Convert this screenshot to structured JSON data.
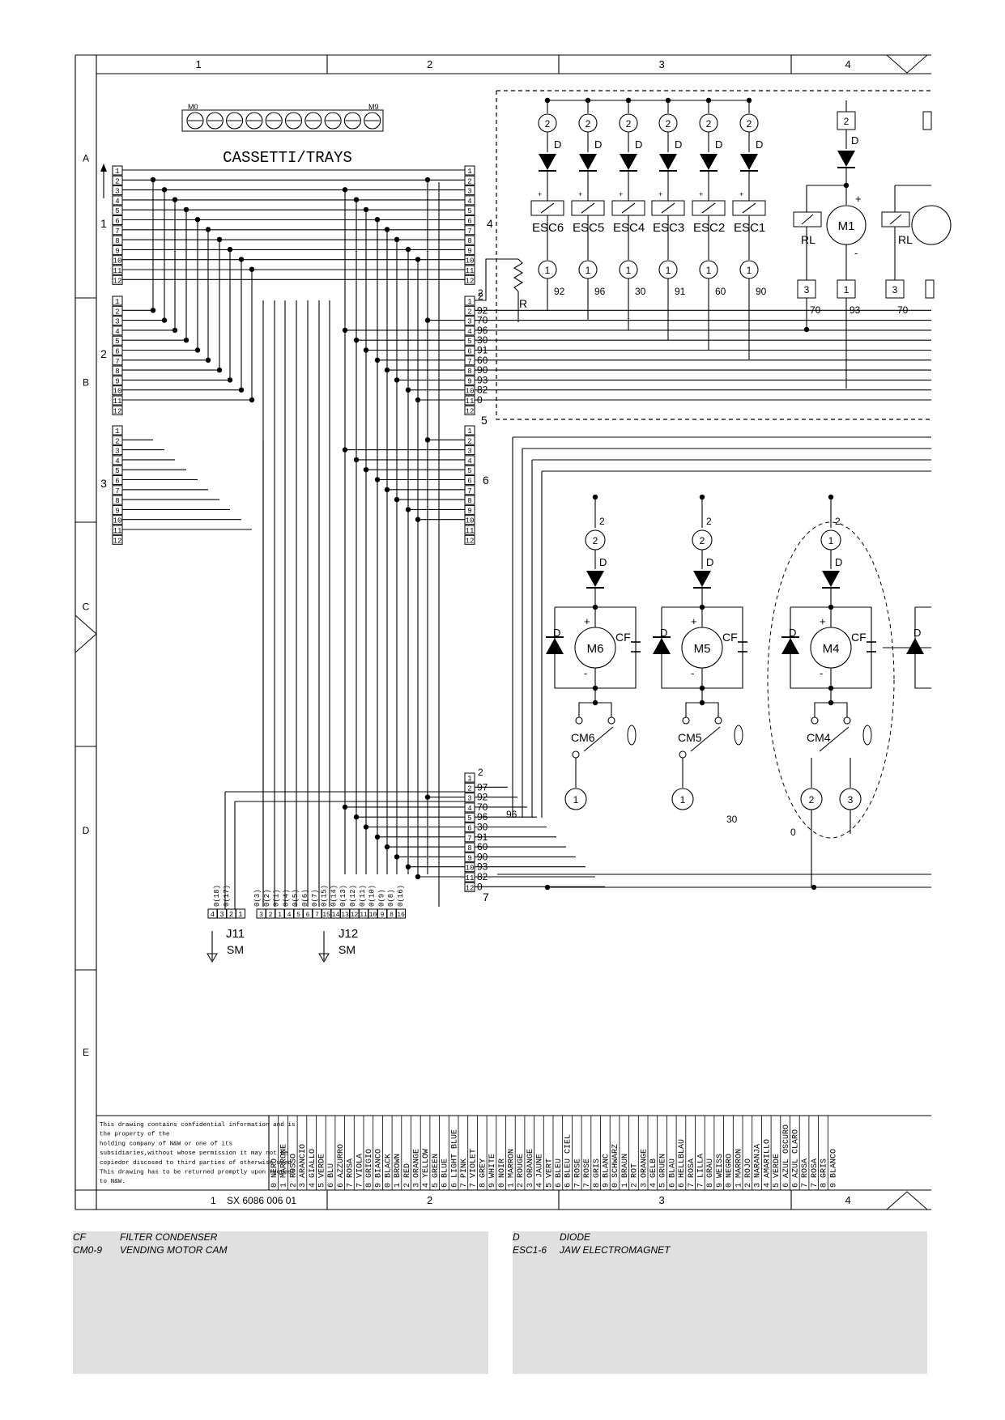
{
  "grid": {
    "columns_top": [
      "1",
      "2",
      "3",
      "4"
    ],
    "columns_bottom": [
      "1",
      "2",
      "3",
      "4"
    ],
    "rows": [
      "A",
      "B",
      "C",
      "D",
      "E"
    ],
    "drawing_number": "SX 6086 006 01"
  },
  "title": {
    "cassetti": "CASSETTI/TRAYS",
    "cam_first": "M0",
    "cam_last": "M9"
  },
  "connectors": {
    "group1": "1",
    "group2": "2",
    "group3": "3",
    "side4": "4",
    "side5": "5",
    "side6": "6",
    "side7": "7",
    "pins12": [
      "1",
      "2",
      "3",
      "4",
      "5",
      "6",
      "7",
      "8",
      "9",
      "10",
      "11",
      "12"
    ],
    "right_upper_wires": [
      "2",
      "92",
      "70",
      "96",
      "30",
      "91",
      "60",
      "90",
      "93",
      "82",
      "0"
    ],
    "right_lower_wires": [
      "2",
      "97",
      "92",
      "70",
      "96",
      "30",
      "91",
      "60",
      "90",
      "93",
      "82",
      "0"
    ]
  },
  "esc": {
    "labels": [
      "ESC6",
      "ESC5",
      "ESC4",
      "ESC3",
      "ESC2",
      "ESC1"
    ],
    "top_pin": "2",
    "bottom_pin": "1",
    "diode": "D",
    "wires": [
      "92",
      "96",
      "30",
      "91",
      "60",
      "90"
    ],
    "plus": "+"
  },
  "motor_m1": {
    "label": "M1",
    "relay": "RL",
    "pin_top": "2",
    "pin_left": "3",
    "pin_right": "1",
    "wire_left": "70",
    "wire_right": "93",
    "wire_next": "70",
    "next_pin": "3",
    "plus": "+",
    "minus": "-"
  },
  "resistor": {
    "label": "R",
    "pin": "2"
  },
  "vend_motors": [
    {
      "motor": "M6",
      "cam": "CM6",
      "top_pin": "2",
      "wire_top": "2",
      "bottom_pin": "1",
      "wire": "96"
    },
    {
      "motor": "M5",
      "cam": "CM5",
      "top_pin": "2",
      "wire_top": "2",
      "bottom_pin": "1",
      "wire": "30"
    },
    {
      "motor": "M4",
      "cam": "CM4",
      "top_pin": "1",
      "wire_top": "2",
      "bottom_pin_a": "2",
      "bottom_pin_b": "3",
      "wire": "0"
    }
  ],
  "motor_parts": {
    "diode": "D",
    "capacitor": "CF",
    "plus": "+",
    "minus": "-"
  },
  "j11": {
    "label": "J11",
    "sub": "SM",
    "pins": [
      "4",
      "3",
      "2",
      "1"
    ],
    "wires": [
      "0(18)",
      "0(17)"
    ]
  },
  "j12": {
    "label": "J12",
    "sub": "SM",
    "pins": [
      "3",
      "2",
      "1",
      "4",
      "5",
      "6",
      "7",
      "15",
      "14",
      "13",
      "12",
      "11",
      "10",
      "9",
      "8",
      "16"
    ],
    "wires": [
      "0(3)",
      "0(2)",
      "0(1)",
      "0(4)",
      "0(5)",
      "0(6)",
      "0(7)",
      "0(15)",
      "0(14)",
      "0(13)",
      "0(12)",
      "0(11)",
      "0(10)",
      "0(9)",
      "0(8)",
      "0(16)"
    ]
  },
  "confidential": [
    "This drawing contains confidential information and is",
    "the property of the",
    "holding company of N&W or one of its",
    "subsidiaries,without whose permission it may not be",
    "copiedor discosed to third parties of otherwise used.",
    "This drawing has to be returned promptly upon request",
    "to N&W."
  ],
  "color_table": [
    [
      "0 NERO",
      "1 MARRONE",
      "2 ROSSO",
      "3 ARANCIO",
      "4 GIALLO",
      "5 VERDE",
      "6 BLU",
      "6 AZZURRO",
      "7 ROSA",
      "7 VIOLA",
      "8 GRIGIO",
      "9 BIANCO"
    ],
    [
      "0 BLACK",
      "1 BROWN",
      "2 RED",
      "3 ORANGE",
      "4 YELLOW",
      "5 GREEN",
      "6 BLUE",
      "6 LIGHT BLUE",
      "7 PINK",
      "7 VIOLET",
      "8 GREY",
      "9 WHITE"
    ],
    [
      "0 NOIR",
      "1 MARRON",
      "2 ROUGE",
      "3 ORANGE",
      "4 JAUNE",
      "5 VERT",
      "6 BLEU",
      "6 BLEU CIEL",
      "7 ROSE",
      "7 ROSE",
      "8 GRIS",
      "9 BLANC"
    ],
    [
      "0 SCHWARZ",
      "1 BRAUN",
      "2 ROT",
      "3 ORANGE",
      "4 GELB",
      "5 GRUEN",
      "6 BLAU",
      "6 HELLBLAU",
      "7 ROSA",
      "7 LILLA",
      "8 GRAU",
      "9 WEISS"
    ],
    [
      "0 NEGRO",
      "1 MARRON",
      "2 ROJO",
      "3 NARANJA",
      "4 AMARILLO",
      "5 VERDE",
      "6 AZUL OSCURO",
      "6 AZUL CLARO",
      "7 ROSA",
      "7 ROSA",
      "8 GRIS",
      "9 BLANCO"
    ]
  ],
  "legend_left": [
    {
      "code": "CF",
      "desc": "FILTER CONDENSER"
    },
    {
      "code": "CM0-9",
      "desc": "VENDING MOTOR CAM"
    }
  ],
  "legend_right": [
    {
      "code": "D",
      "desc": "DIODE"
    },
    {
      "code": "ESC1-6",
      "desc": "JAW ELECTROMAGNET"
    }
  ]
}
